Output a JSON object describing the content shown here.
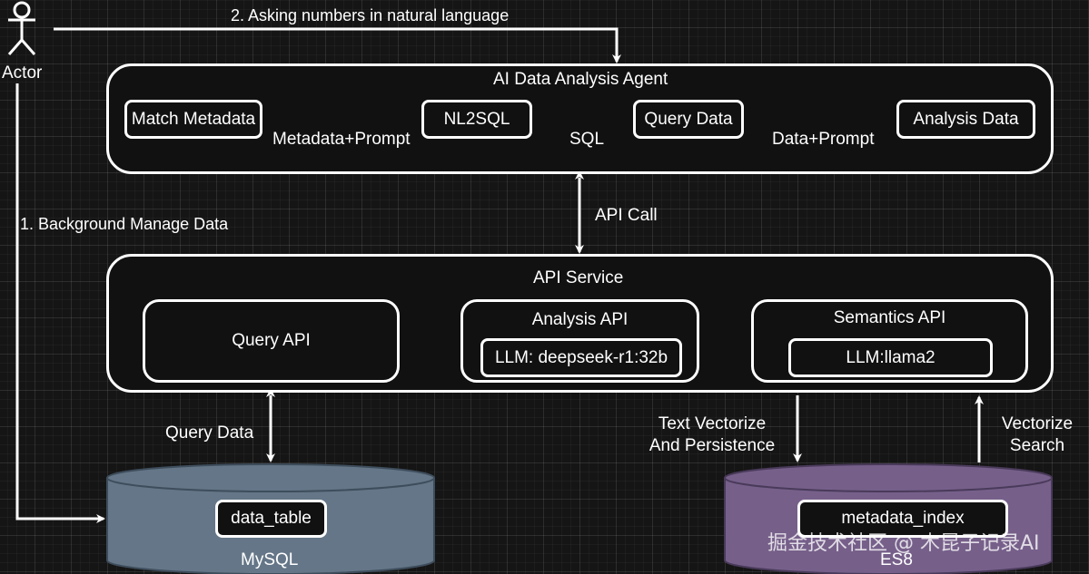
{
  "actor": {
    "label": "Actor"
  },
  "flows": {
    "ask": "2. Asking numbers in natural language",
    "manage": "1. Background Manage Data",
    "api_call": "API Call",
    "query_data": "Query Data",
    "text_vectorize": [
      "Text Vectorize",
      "And Persistence"
    ],
    "vectorize_search": [
      "Vectorize",
      "Search"
    ]
  },
  "agent": {
    "title": "AI Data Analysis Agent",
    "steps": [
      "Match Metadata",
      "NL2SQL",
      "Query Data",
      "Analysis Data"
    ],
    "edges": [
      "Metadata+Prompt",
      "SQL",
      "Data+Prompt"
    ]
  },
  "api_service": {
    "title": "API Service",
    "query_api": "Query API",
    "analysis_api": {
      "title": "Analysis API",
      "llm": "LLM: deepseek-r1:32b"
    },
    "semantics_api": {
      "title": "Semantics API",
      "llm": "LLM:llama2"
    }
  },
  "stores": {
    "mysql": {
      "name": "MySQL",
      "table": "data_table",
      "color": "#647687"
    },
    "es": {
      "name": "ES8",
      "table": "metadata_index",
      "color": "#76608a"
    }
  },
  "watermark": "掘金技术社区 @ 木昆子记录AI"
}
